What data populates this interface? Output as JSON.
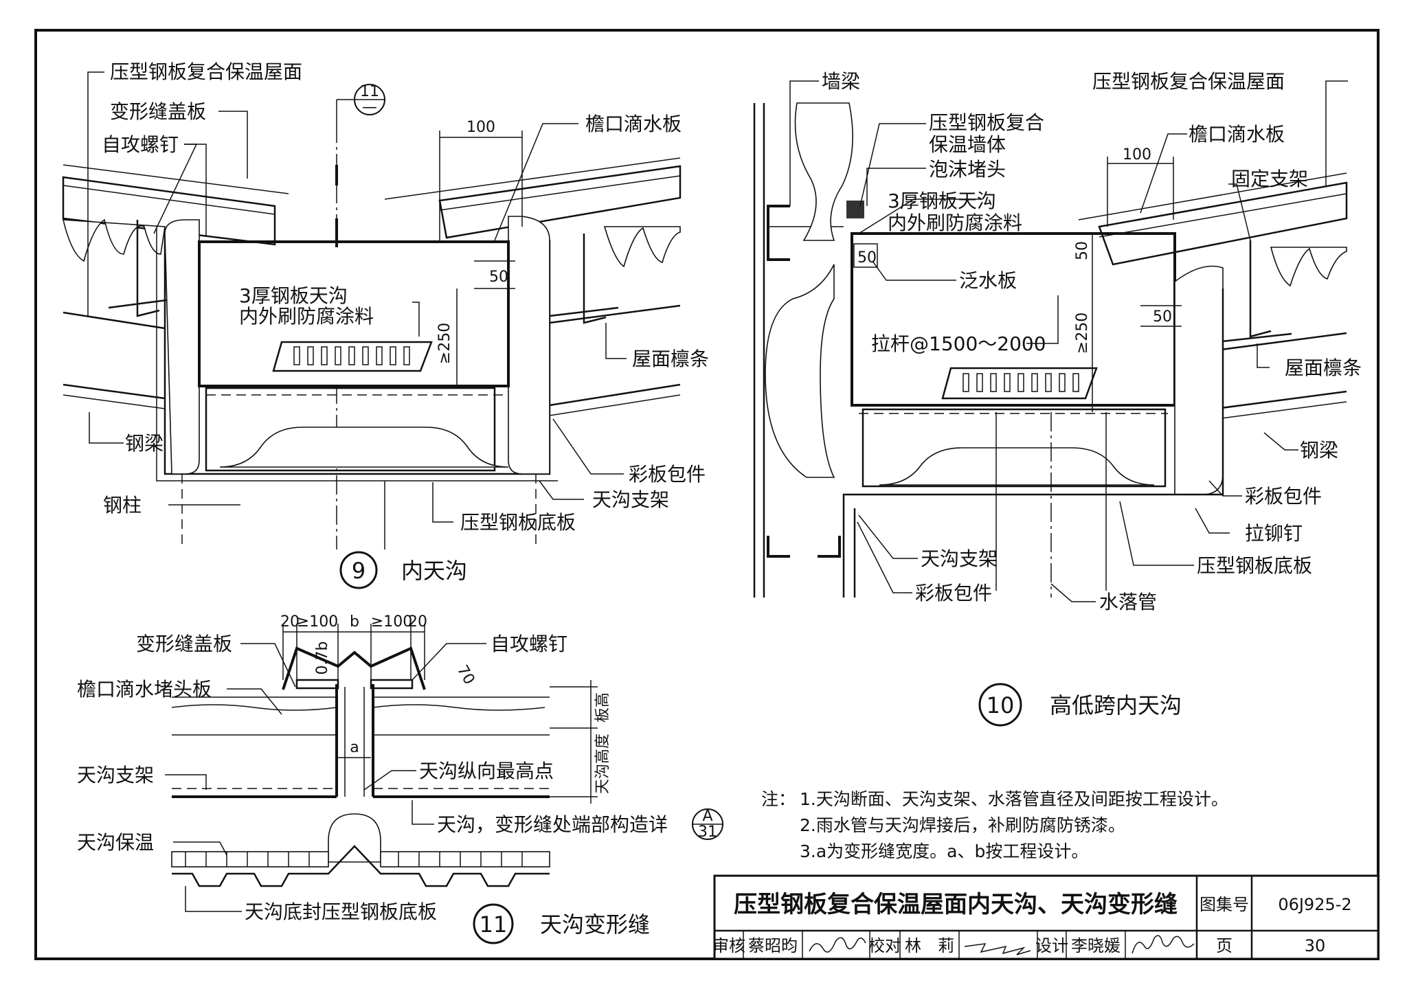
{
  "d9": {
    "roof_panel": "压型钢板复合保温屋面",
    "joint_cover": "变形缝盖板",
    "screw": "自攻螺钉",
    "ref_num": "11",
    "ref_den": "—",
    "dim_100": "100",
    "eave_drip": "檐口滴水板",
    "dim_50": "50",
    "dim_250": "≥250",
    "gutter_1": "3厚钢板天沟",
    "gutter_2": "内外刷防腐涂料",
    "purlin": "屋面檩条",
    "steel_beam": "钢梁",
    "flashing": "彩板包件",
    "gutter_support": "天沟支架",
    "steel_column": "钢柱",
    "bottom_plate": "压型钢板底板",
    "number": "9",
    "title": "内天沟"
  },
  "d10": {
    "wall_beam": "墙梁",
    "roof_panel": "压型钢板复合保温屋面",
    "wall_1": "压型钢板复合",
    "wall_2": "保温墙体",
    "foam": "泡沫堵头",
    "dim_100": "100",
    "eave_drip": "檐口滴水板",
    "fixed_bracket": "固定支架",
    "gutter_1": "3厚钢板天沟",
    "gutter_2": "内外刷防腐涂料",
    "dim_50a": "50",
    "dim_50b": "50",
    "dim_50c": "50",
    "flash_plate": "泛水板",
    "tie_rod": "拉杆@1500～2000",
    "dim_250": "≥250",
    "purlin": "屋面檩条",
    "steel_beam": "钢梁",
    "flashing": "彩板包件",
    "rivet": "拉铆钉",
    "gutter_support": "天沟支架",
    "bottom_plate": "压型钢板底板",
    "flashing2": "彩板包件",
    "downpipe": "水落管",
    "number": "10",
    "title": "高低跨内天沟"
  },
  "d11": {
    "dims": [
      "20",
      "≥100",
      "b",
      "≥100",
      "20"
    ],
    "dim_07b": "0.7b",
    "dim_70": "70",
    "dim_a": "a",
    "joint_cover": "变形缝盖板",
    "screw": "自攻螺钉",
    "eave_stop": "檐口滴水堵头板",
    "gutter_support": "天沟支架",
    "gutter_insul": "天沟保温",
    "high_point": "天沟纵向最高点",
    "end_detail": "天沟，变形缝处端部构造详",
    "ref_num": "A",
    "ref_den": "31",
    "plate_height": "板高",
    "gutter_height": "天沟高度",
    "bottom": "天沟底封压型钢板底板",
    "number": "11",
    "title": "天沟变形缝"
  },
  "notes": {
    "prefix": "注：",
    "items": [
      "1.天沟断面、天沟支架、水落管直径及间距按工程设计。",
      "2.雨水管与天沟焊接后，补刷防腐防锈漆。",
      "3.a为变形缝宽度。a、b按工程设计。"
    ]
  },
  "title_block": {
    "title": "压型钢板复合保温屋面内天沟、天沟变形缝",
    "atlas_label": "图集号",
    "atlas_no": "06J925-2",
    "review_label": "审核",
    "reviewer": "蔡昭昀",
    "check_label": "校对",
    "checker": "林　莉",
    "design_label": "设计",
    "designer": "李晓媛",
    "page_label": "页",
    "page_no": "30"
  }
}
